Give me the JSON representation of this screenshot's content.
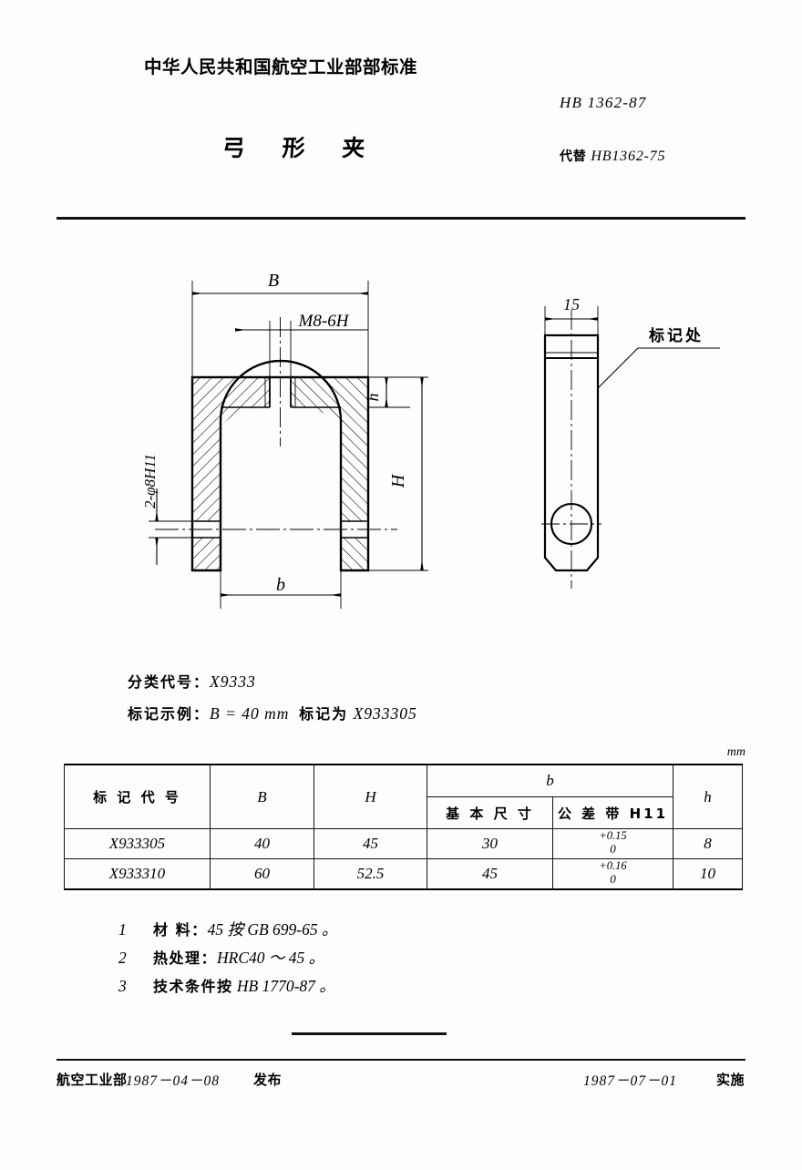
{
  "header": {
    "ministry": "中华人民共和国航空工业部部标准",
    "title": "弓 形 夹",
    "standard_no": "HB 1362-87",
    "replaces_prefix": "代替",
    "replaces": "HB1362-75"
  },
  "drawing": {
    "front_view": {
      "dim_B": "B",
      "dim_H": "H",
      "dim_h": "h",
      "dim_b": "b",
      "thread_note": "M8-6H",
      "hole_note": "2-φ8H11"
    },
    "side_view": {
      "dim_15": "15",
      "mark_callout": "标记处"
    }
  },
  "spec": {
    "class_label": "分类代号：",
    "class_value": "X9333",
    "mark_label": "标记示例：",
    "mark_example": "B = 40 mm",
    "mark_as_label": "标记为",
    "mark_as_value": "X933305"
  },
  "table": {
    "unit": "mm",
    "headers": {
      "mark_code": "标 记 代 号",
      "B": "B",
      "H": "H",
      "b": "b",
      "b_basic": "基 本 尺 寸",
      "b_tolerance": "公 差 带 H11",
      "h": "h"
    },
    "rows": [
      {
        "mark_code": "X933305",
        "B": "40",
        "H": "45",
        "b_basic": "30",
        "tol_upper": "+0.15",
        "tol_lower": "0",
        "h": "8"
      },
      {
        "mark_code": "X933310",
        "B": "60",
        "H": "52.5",
        "b_basic": "45",
        "tol_upper": "+0.16",
        "tol_lower": "0",
        "h": "10"
      }
    ]
  },
  "notes": [
    {
      "index": "1",
      "cn": "材  料：",
      "value": "45  按 GB 699-65 。"
    },
    {
      "index": "2",
      "cn": "热处理：",
      "value": "HRC40 ～ 45 。"
    },
    {
      "index": "3",
      "cn": "技术条件按",
      "value": "HB 1770-87 。"
    }
  ],
  "footer": {
    "issuer": "航空工业部",
    "issue_date": "1987－04－08",
    "publish_label": "发布",
    "effective_date": "1987－07－01",
    "effective_label": "实施"
  }
}
